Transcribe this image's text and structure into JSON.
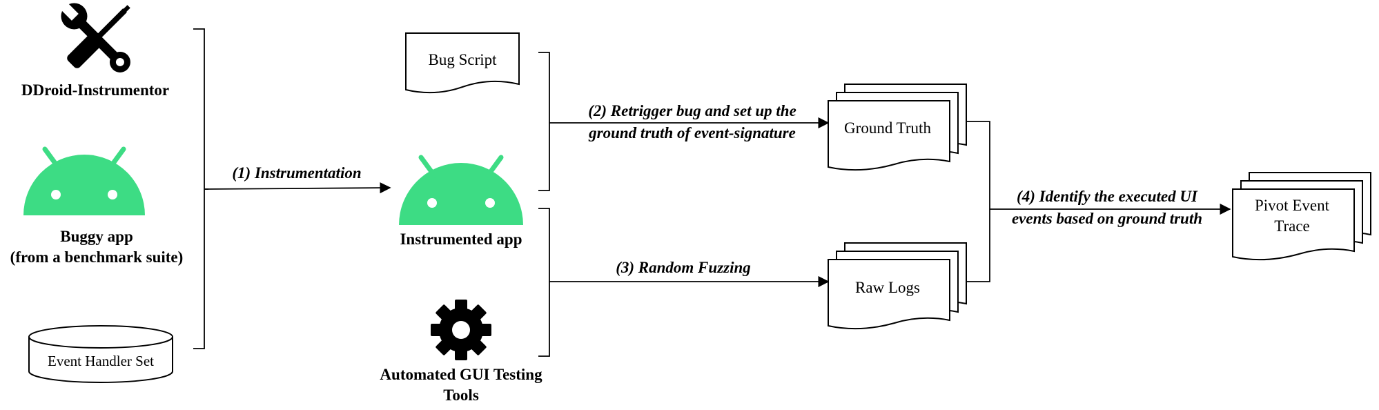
{
  "inputs": {
    "instrumentor": "DDroid-Instrumentor",
    "buggy_app_line1": "Buggy app",
    "buggy_app_line2": "(from a benchmark suite)",
    "event_handler_set": "Event Handler Set"
  },
  "middle": {
    "bug_script": "Bug Script",
    "instrumented_app": "Instrumented app",
    "tools_line1": "Automated GUI Testing",
    "tools_line2": "Tools"
  },
  "outputs": {
    "ground_truth": "Ground Truth",
    "raw_logs": "Raw Logs",
    "pivot_line1": "Pivot Event",
    "pivot_line2": "Trace"
  },
  "steps": {
    "step1": "(1) Instrumentation",
    "step2_line1": "(2) Retrigger bug and set up the",
    "step2_line2": "ground truth of event-signature",
    "step3": "(3) Random Fuzzing",
    "step4_line1": "(4) Identify the executed UI",
    "step4_line2": "events based on ground truth"
  },
  "colors": {
    "android": "#3ddc84",
    "ink": "#000000"
  },
  "icons": [
    "wrench-screwdriver-icon",
    "android-icon",
    "gear-icon",
    "database-icon",
    "document-icon",
    "stacked-documents-icon"
  ]
}
